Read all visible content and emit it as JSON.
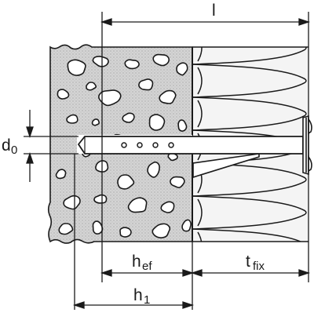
{
  "labels": {
    "total_length": "l",
    "embedment_base": "h",
    "embedment_sub": "ef",
    "fixture_base": "t",
    "fixture_sub": "fix",
    "drill_depth_base": "h",
    "drill_depth_sub": "1",
    "diameter_base": "d",
    "diameter_sub": "0"
  },
  "colors": {
    "ink": "#1a1a1a",
    "concrete": "#d6d6d6",
    "insulation": "#f4f4f4",
    "paper": "#ffffff"
  }
}
